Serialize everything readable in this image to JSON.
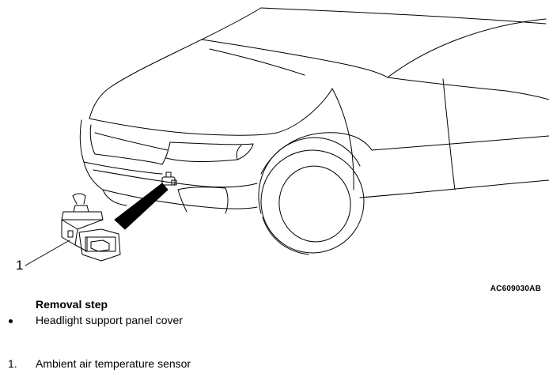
{
  "figure": {
    "callout_number": "1",
    "figure_code": "AC609030AB"
  },
  "procedure": {
    "heading": "Removal step",
    "steps": [
      {
        "marker": "•",
        "label": "Headlight support panel cover"
      },
      {
        "marker": "1.",
        "label": "Ambient air temperature sensor"
      }
    ]
  }
}
